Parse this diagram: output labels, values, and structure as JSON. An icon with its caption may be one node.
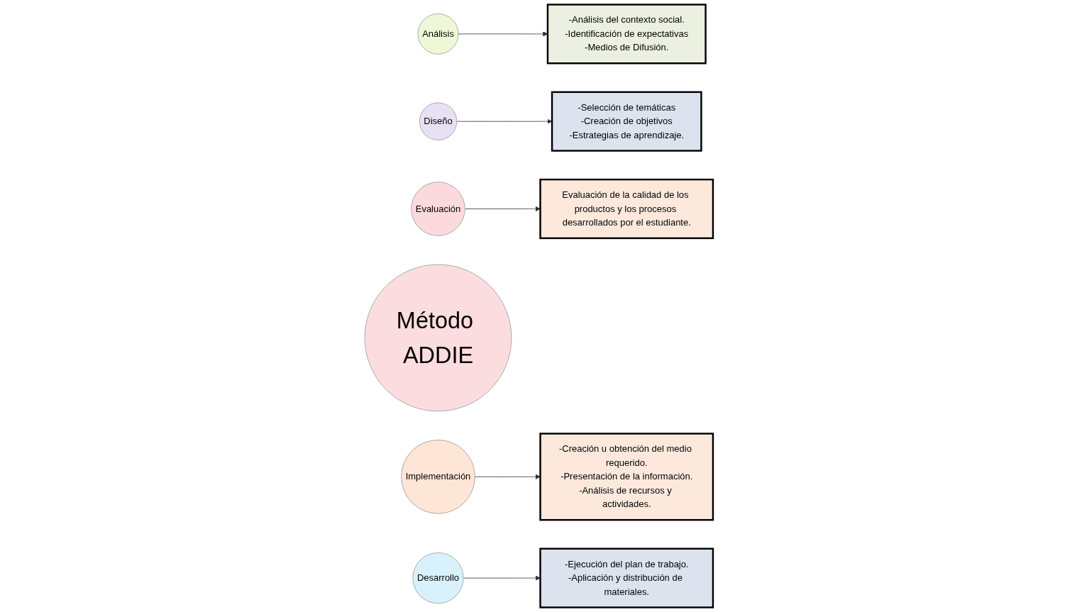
{
  "diagram": {
    "nodes": [
      {
        "text": [
          "-Análisis del contexto social.",
          "-Identificación de expectativas",
          "-Medios de Difusión."
        ]
      },
      {
        "text": [
          "Análisis"
        ]
      },
      {
        "text": [
          "-Selección de temáticas",
          "-Creación de objetivos",
          "-Estrategias de aprendizaje."
        ]
      },
      {
        "text": [
          "Evaluación de la calidad de los productos y los procesos desarrollados por el estudiante."
        ]
      },
      {
        "text": [
          "Diseño"
        ]
      },
      {
        "text": [
          "Evaluación"
        ]
      },
      {
        "text": [
          "Método ADDIE"
        ]
      },
      {
        "text": [
          "-Ejecución del plan de trabajo.",
          "-Aplicación y distribución de materiales."
        ]
      },
      {
        "text": [
          "Implementación"
        ]
      },
      {
        "text": [
          "Desarrollo"
        ]
      },
      {
        "text": [
          "-Creación u obtención del medio requerido.",
          "-Presentación de la información.",
          "-Análisis de recursos y actividades."
        ]
      }
    ],
    "edges": [
      {
        "from": 1,
        "to": 0,
        "arrow": "to"
      },
      {
        "from": 4,
        "to": 2,
        "arrow": "to"
      },
      {
        "from": 5,
        "to": 3,
        "arrow": "to"
      },
      {
        "from": 9,
        "to": 7,
        "arrow": "to"
      },
      {
        "from": 8,
        "to": 10,
        "arrow": "to"
      }
    ]
  }
}
